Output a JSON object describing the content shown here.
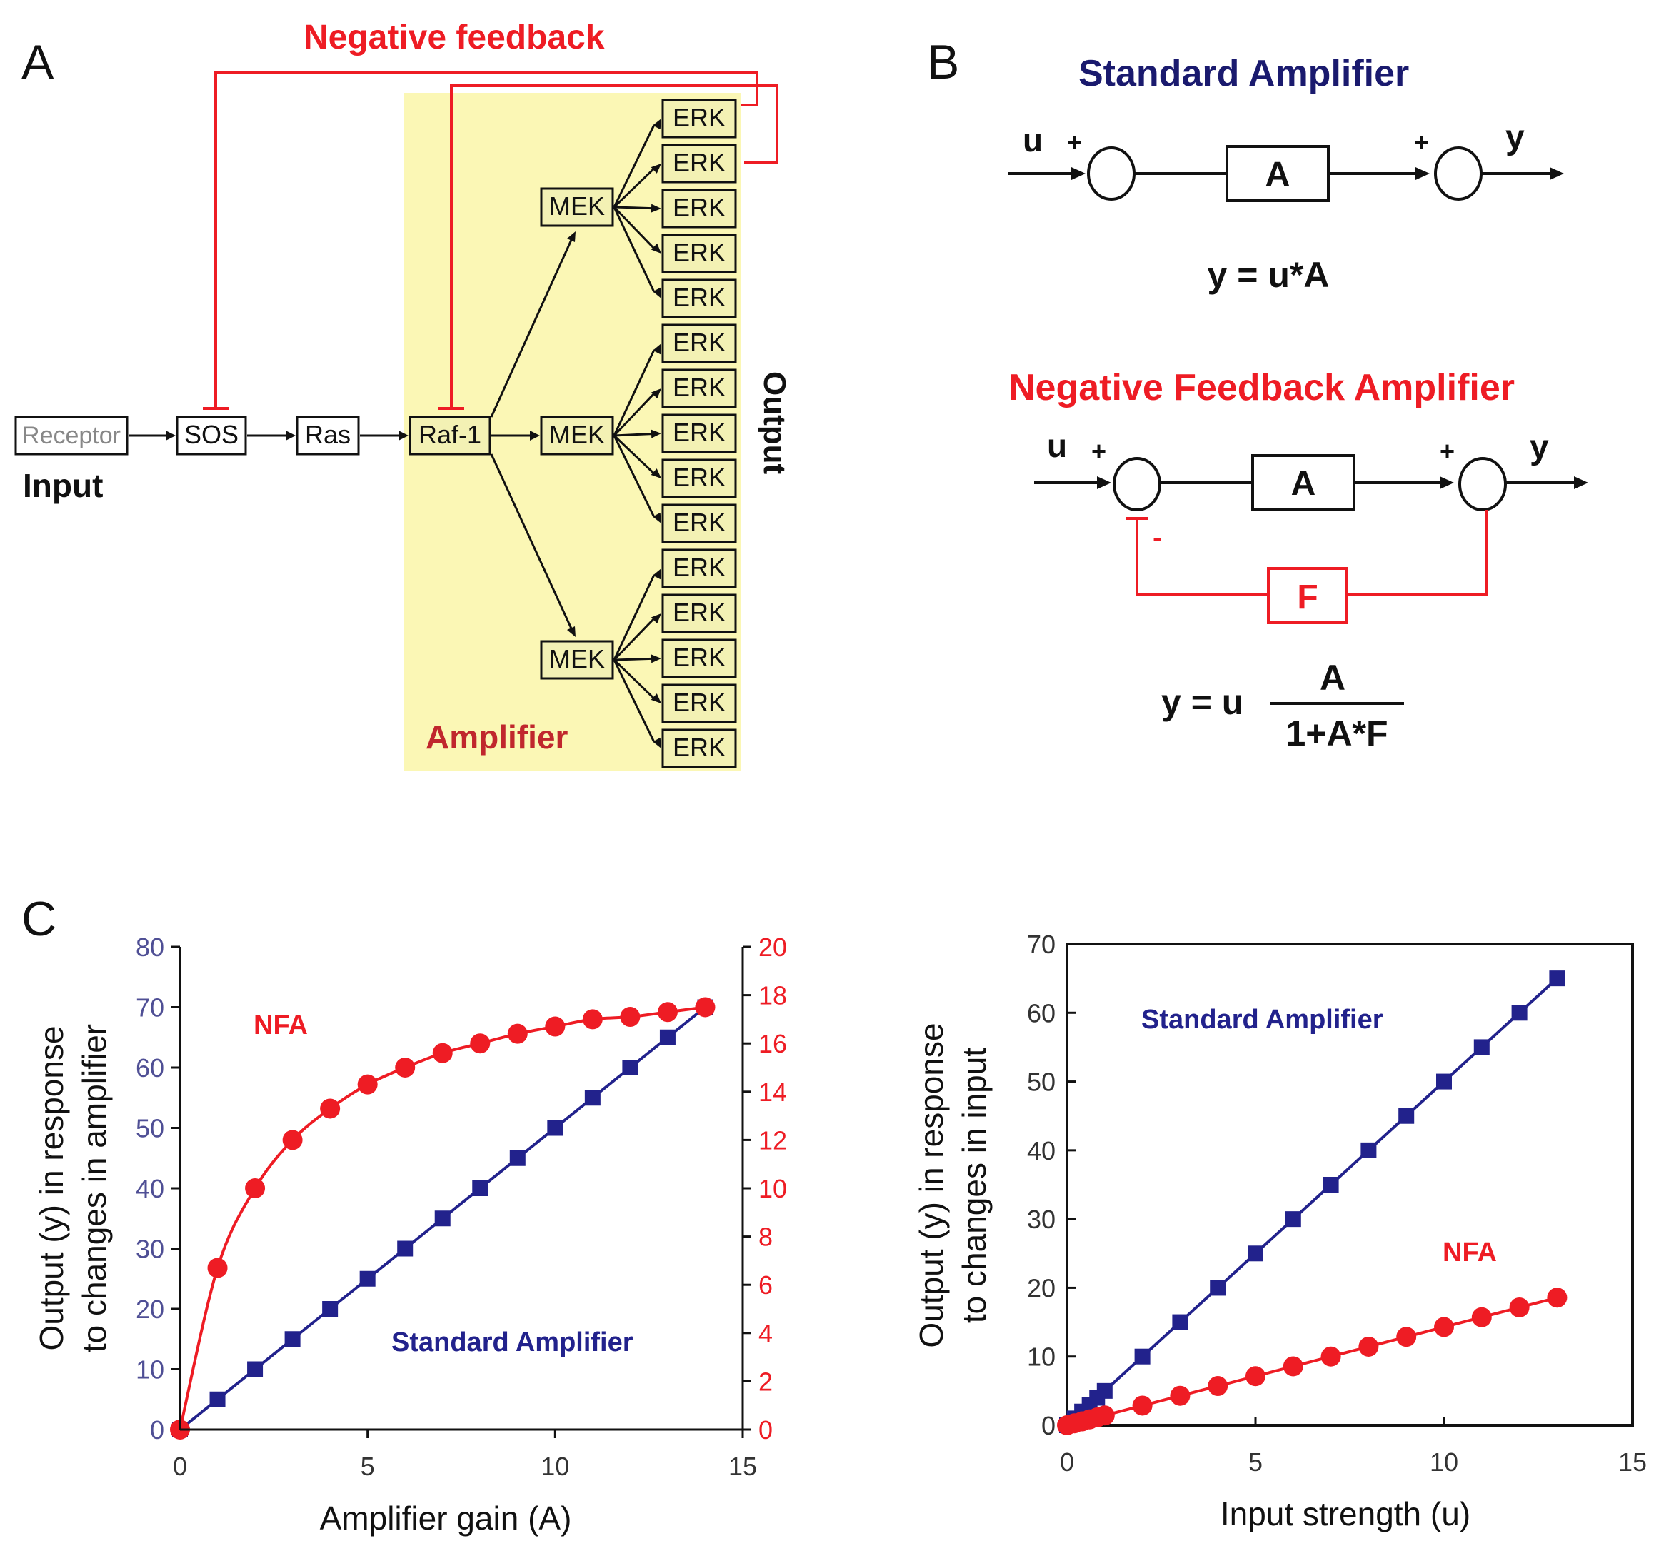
{
  "panel_a": {
    "letter": "A",
    "feedback_title": "Negative feedback",
    "amplifier_label": "Amplifier",
    "output_label": "Output",
    "input_label": "Input",
    "receptor": "Receptor",
    "sos": "SOS",
    "ras": "Ras",
    "raf": "Raf-1",
    "mek": [
      "MEK",
      "MEK",
      "MEK"
    ],
    "erk": [
      "ERK",
      "ERK",
      "ERK",
      "ERK",
      "ERK",
      "ERK",
      "ERK",
      "ERK",
      "ERK",
      "ERK",
      "ERK",
      "ERK",
      "ERK",
      "ERK",
      "ERK"
    ],
    "colors": {
      "feedback": "#ee1c24",
      "amplifier_bg": "#fbf7b5",
      "amplifier_text": "#c0272d"
    }
  },
  "panel_b": {
    "letter": "B",
    "standard_title": "Standard Amplifier",
    "nfa_title": "Negative Feedback Amplifier",
    "u": "u",
    "y": "y",
    "plus": "+",
    "minus": "-",
    "a_block": "A",
    "f_block": "F",
    "standard_eq": "y = u*A",
    "nfa_eq_prefix": "y = u",
    "nfa_eq_num": "A",
    "nfa_eq_den": "1+A*F",
    "colors": {
      "standard_title": "#1a1a6e",
      "nfa": "#ee1c24"
    }
  },
  "panel_c": {
    "letter": "C"
  },
  "chart_data": [
    {
      "type": "line",
      "xlabel": "Amplifier gain (A)",
      "ylabel_line1": "Output (y) in response",
      "ylabel_line2": "to changes in amplifier",
      "xlim": [
        0,
        15
      ],
      "ylim_left": [
        0,
        80
      ],
      "ylim_right": [
        0,
        20
      ],
      "x_ticks": [
        "0",
        "5",
        "10",
        "15"
      ],
      "y_ticks_left": [
        "0",
        "10",
        "20",
        "30",
        "40",
        "50",
        "60",
        "70",
        "80"
      ],
      "y_ticks_right": [
        "0",
        "2",
        "4",
        "6",
        "8",
        "10",
        "12",
        "14",
        "16",
        "18",
        "20"
      ],
      "grid": false,
      "series": [
        {
          "name": "Standard Amplifier",
          "axis": "left",
          "color": "#22228c",
          "marker": "square",
          "x": [
            0,
            1,
            2,
            3,
            4,
            5,
            6,
            7,
            8,
            9,
            10,
            11,
            12,
            13,
            14
          ],
          "y": [
            0,
            5,
            10,
            15,
            20,
            25,
            30,
            35,
            40,
            45,
            50,
            55,
            60,
            65,
            70
          ]
        },
        {
          "name": "NFA",
          "axis": "right",
          "color": "#ee1c24",
          "marker": "circle",
          "x": [
            0,
            1,
            2,
            3,
            4,
            5,
            6,
            7,
            8,
            9,
            10,
            11,
            12,
            13,
            14
          ],
          "y": [
            0,
            6.7,
            10,
            12,
            13.3,
            14.3,
            15,
            15.6,
            16,
            16.4,
            16.7,
            17,
            17.1,
            17.3,
            17.5
          ]
        }
      ]
    },
    {
      "type": "line",
      "xlabel": "Input strength (u)",
      "ylabel_line1": "Output (y)  in response",
      "ylabel_line2": "to changes in input",
      "xlim": [
        0,
        15
      ],
      "ylim": [
        0,
        70
      ],
      "x_ticks": [
        "0",
        "5",
        "10",
        "15"
      ],
      "y_ticks": [
        "0",
        "10",
        "20",
        "30",
        "40",
        "50",
        "60",
        "70"
      ],
      "grid": false,
      "series": [
        {
          "name": "Standard Amplifier",
          "color": "#22228c",
          "marker": "square",
          "x": [
            0,
            0.2,
            0.4,
            0.6,
            0.8,
            1,
            2,
            3,
            4,
            5,
            6,
            7,
            8,
            9,
            10,
            11,
            12,
            13
          ],
          "y": [
            0,
            1,
            2,
            3,
            4,
            5,
            10,
            15,
            20,
            25,
            30,
            35,
            40,
            45,
            50,
            55,
            60,
            65
          ]
        },
        {
          "name": "NFA",
          "color": "#ee1c24",
          "marker": "circle",
          "x": [
            0,
            0.2,
            0.4,
            0.6,
            0.8,
            1,
            2,
            3,
            4,
            5,
            6,
            7,
            8,
            9,
            10,
            11,
            12,
            13
          ],
          "y": [
            0,
            0.29,
            0.57,
            0.86,
            1.14,
            1.43,
            2.86,
            4.29,
            5.71,
            7.14,
            8.57,
            10,
            11.43,
            12.86,
            14.29,
            15.71,
            17.14,
            18.57
          ]
        }
      ]
    }
  ]
}
